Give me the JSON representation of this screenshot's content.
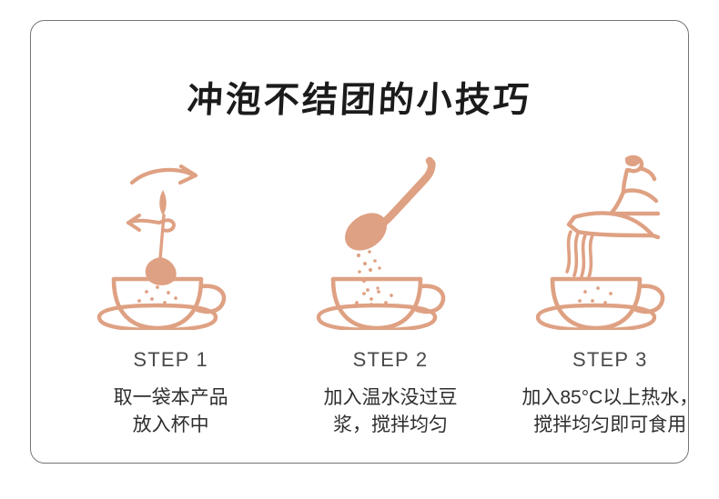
{
  "card": {
    "title": "冲泡不结团的小技巧",
    "border_color": "#75747a",
    "background": "#ffffff",
    "title_color": "#1b1b1b",
    "icon_color": "#dfa183"
  },
  "steps": [
    {
      "label": "STEP 1",
      "description": "取一袋本产品\n放入杯中",
      "description_line1": "取一袋本产品",
      "description_line2": "放入杯中",
      "icon": "teabag-into-cup-icon"
    },
    {
      "label": "STEP 2",
      "description": "加入温水没过豆浆，搅拌均匀",
      "description_line1": "加入温水没过豆",
      "description_line2": "浆，搅拌均匀",
      "icon": "spoon-pouring-powder-icon"
    },
    {
      "label": "STEP 3",
      "description": "加入85°C以上热水，搅拌均匀即可食用",
      "description_line1": "加入85°C以上热水，",
      "description_line2": "搅拌均匀即可食用",
      "icon": "kettle-pouring-water-icon"
    }
  ]
}
